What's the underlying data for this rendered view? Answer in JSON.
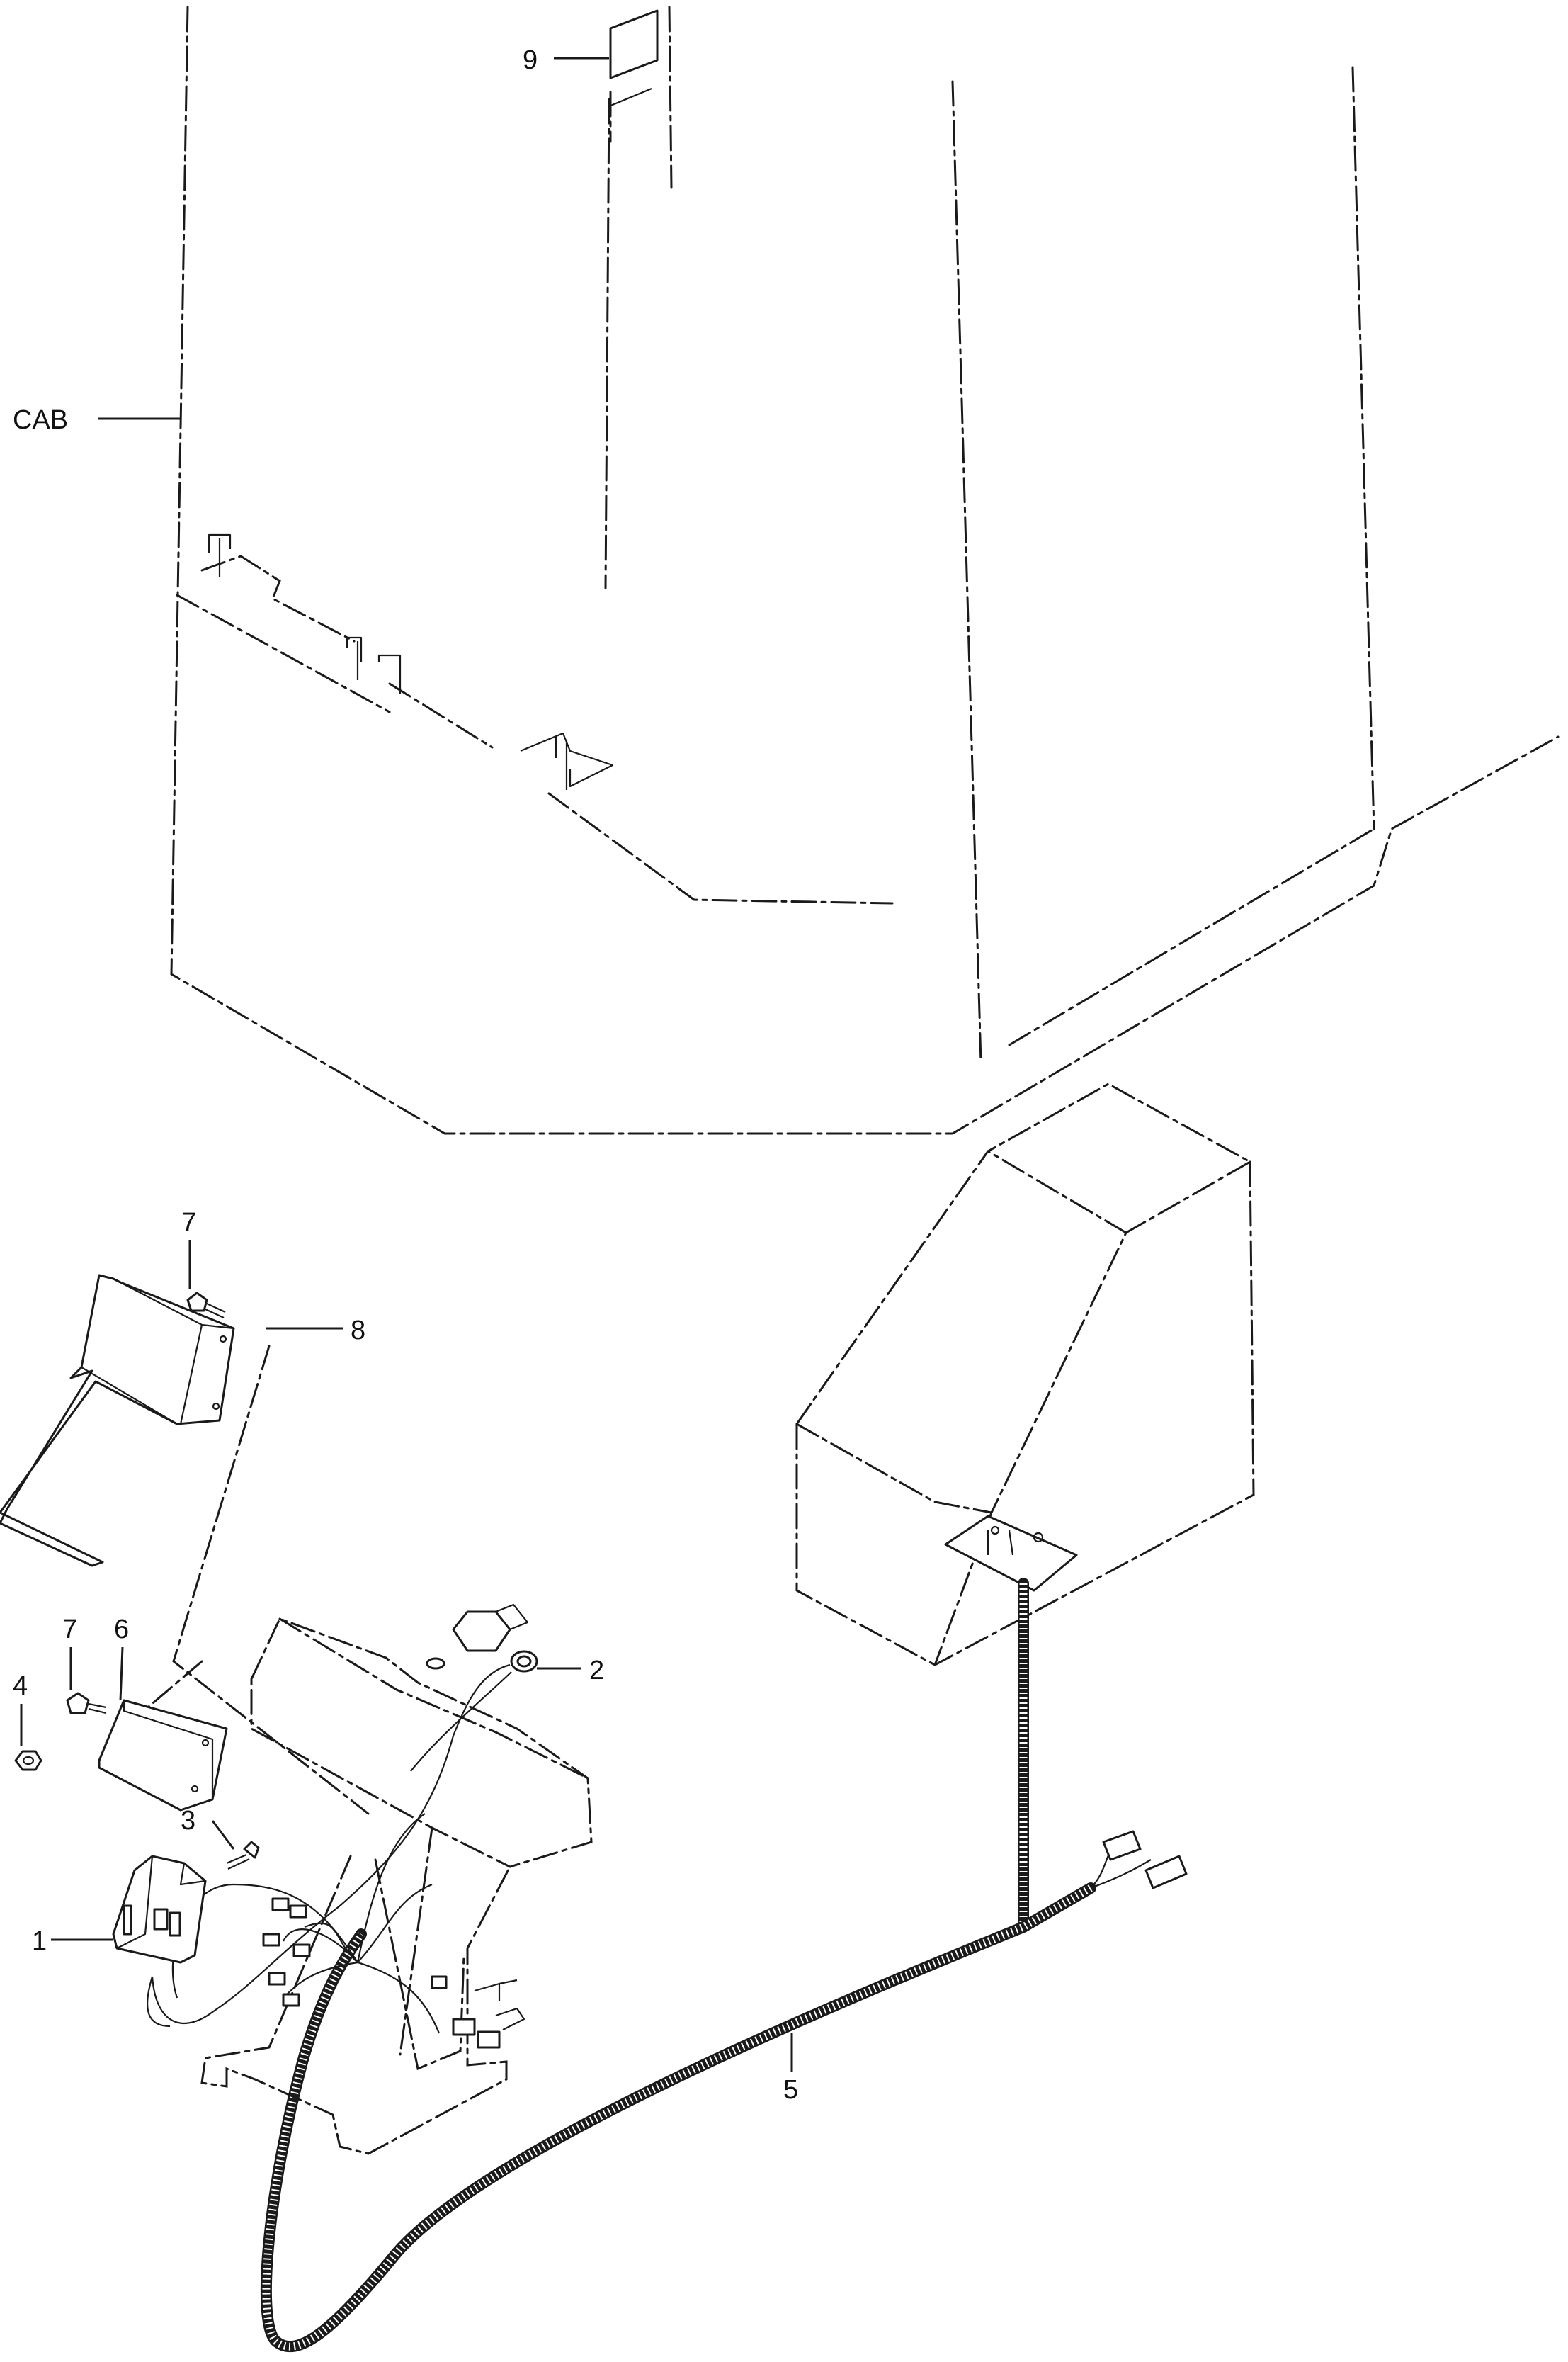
{
  "labels": {
    "cab": "CAB",
    "p1": "1",
    "p2": "2",
    "p3": "3",
    "p4": "4",
    "p5": "5",
    "p6": "6",
    "p7a": "7",
    "p7b": "7",
    "p8": "8",
    "p9": "9"
  }
}
